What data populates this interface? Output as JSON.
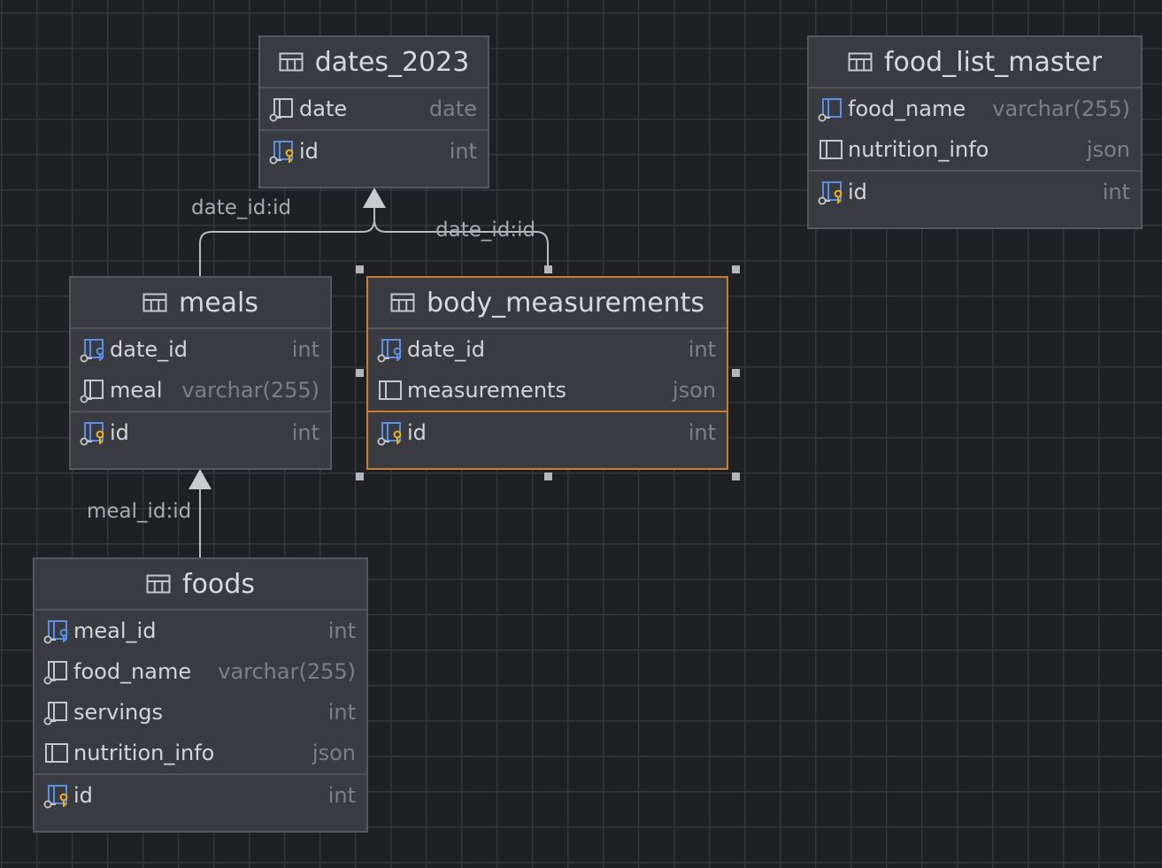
{
  "tables": {
    "dates_2023": {
      "name": "dates_2023",
      "columns": [
        {
          "name": "date",
          "type": "date",
          "icon": "column-icon"
        }
      ],
      "primary": {
        "name": "id",
        "type": "int",
        "icon": "primary-key-icon"
      }
    },
    "food_list_master": {
      "name": "food_list_master",
      "columns": [
        {
          "name": "food_name",
          "type": "varchar(255)",
          "icon": "column-icon"
        },
        {
          "name": "nutrition_info",
          "type": "json",
          "icon": "column-icon"
        }
      ],
      "primary": {
        "name": "id",
        "type": "int",
        "icon": "primary-key-icon"
      }
    },
    "meals": {
      "name": "meals",
      "columns": [
        {
          "name": "date_id",
          "type": "int",
          "icon": "foreign-key-icon"
        },
        {
          "name": "meal",
          "type": "varchar(255)",
          "icon": "column-icon"
        }
      ],
      "primary": {
        "name": "id",
        "type": "int",
        "icon": "primary-key-icon"
      }
    },
    "body_measurements": {
      "name": "body_measurements",
      "columns": [
        {
          "name": "date_id",
          "type": "int",
          "icon": "foreign-key-icon"
        },
        {
          "name": "measurements",
          "type": "json",
          "icon": "column-icon"
        }
      ],
      "primary": {
        "name": "id",
        "type": "int",
        "icon": "primary-key-icon"
      }
    },
    "foods": {
      "name": "foods",
      "columns": [
        {
          "name": "meal_id",
          "type": "int",
          "icon": "foreign-key-icon"
        },
        {
          "name": "food_name",
          "type": "varchar(255)",
          "icon": "column-icon"
        },
        {
          "name": "servings",
          "type": "int",
          "icon": "column-icon"
        },
        {
          "name": "nutrition_info",
          "type": "json",
          "icon": "column-icon"
        }
      ],
      "primary": {
        "name": "id",
        "type": "int",
        "icon": "primary-key-icon"
      }
    }
  },
  "relations": [
    {
      "label": "date_id:id",
      "from": "meals",
      "to": "dates_2023"
    },
    {
      "label": "date_id:id",
      "from": "body_measurements",
      "to": "dates_2023"
    },
    {
      "label": "meal_id:id",
      "from": "foods",
      "to": "meals"
    }
  ],
  "selected_table": "body_measurements",
  "colors": {
    "background": "#1f2023",
    "table_fill": "#393b40",
    "selection": "#c77d33",
    "key_accent": "#e6b422",
    "fk_accent": "#5a8fe6"
  }
}
